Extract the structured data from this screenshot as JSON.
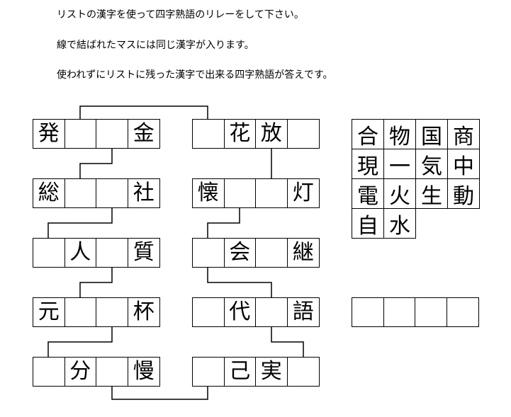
{
  "instructions": [
    "リストの漢字を使って四字熟語のリレーをして下さい。",
    "線で結ばれたマスには同じ漢字が入ります。",
    "使われずにリストに残った漢字で出来る四字熟語が答えです。"
  ],
  "left_column": [
    [
      "発",
      "",
      "",
      "金"
    ],
    [
      "総",
      "",
      "",
      "社"
    ],
    [
      "",
      "人",
      "",
      "質"
    ],
    [
      "元",
      "",
      "",
      "杯"
    ],
    [
      "",
      "分",
      "",
      "慢"
    ]
  ],
  "right_column": [
    [
      "",
      "花",
      "放",
      ""
    ],
    [
      "懐",
      "",
      "",
      "灯"
    ],
    [
      "",
      "会",
      "",
      "継"
    ],
    [
      "",
      "代",
      "",
      "語"
    ],
    [
      "",
      "己",
      "実",
      ""
    ]
  ],
  "kanji_list": [
    "合",
    "物",
    "国",
    "商",
    "現",
    "一",
    "気",
    "中",
    "電",
    "火",
    "生",
    "動",
    "自",
    "水"
  ],
  "answer": [
    "",
    "",
    "",
    ""
  ]
}
